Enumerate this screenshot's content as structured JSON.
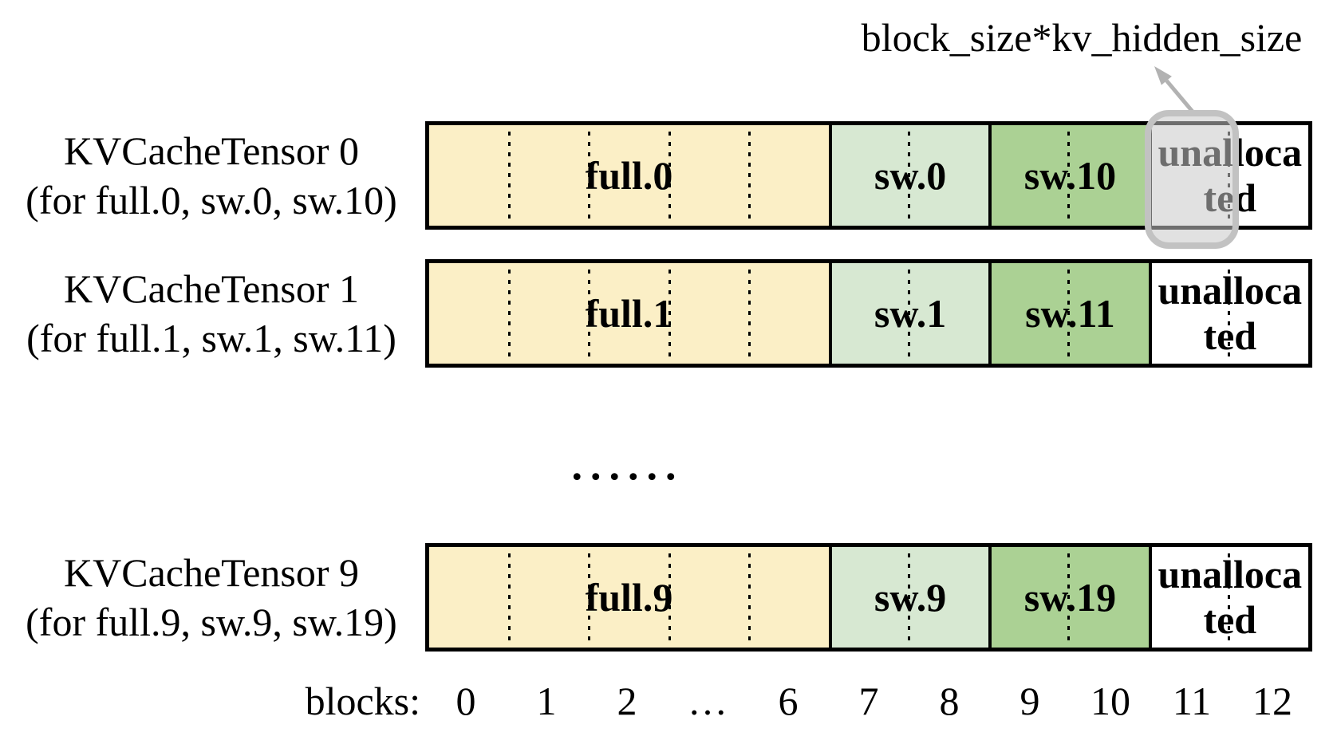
{
  "annotation": {
    "label": "block_size*kv_hidden_size"
  },
  "rows": [
    {
      "title": "KVCacheTensor 0",
      "subtitle": "(for full.0, sw.0, sw.10)",
      "segments": [
        {
          "label": "full.0",
          "type": "full"
        },
        {
          "label": "sw.0",
          "type": "sliding-window-light"
        },
        {
          "label": "sw.10",
          "type": "sliding-window-dark"
        },
        {
          "label": "unallocated",
          "type": "unallocated"
        }
      ],
      "highlighted_block": "11"
    },
    {
      "title": "KVCacheTensor 1",
      "subtitle": "(for full.1, sw.1, sw.11)",
      "segments": [
        {
          "label": "full.1",
          "type": "full"
        },
        {
          "label": "sw.1",
          "type": "sliding-window-light"
        },
        {
          "label": "sw.11",
          "type": "sliding-window-dark"
        },
        {
          "label": "unallocated",
          "type": "unallocated"
        }
      ]
    },
    {
      "title": "KVCacheTensor 9",
      "subtitle": "(for full.9, sw.9, sw.19)",
      "segments": [
        {
          "label": "full.9",
          "type": "full"
        },
        {
          "label": "sw.9",
          "type": "sliding-window-light"
        },
        {
          "label": "sw.19",
          "type": "sliding-window-dark"
        },
        {
          "label": "unallocated",
          "type": "unallocated"
        }
      ]
    }
  ],
  "rows_ellipsis": "......",
  "axis": {
    "label": "blocks:",
    "ticks": [
      "0",
      "1",
      "2",
      "…",
      "6",
      "7",
      "8",
      "9",
      "10",
      "11",
      "12"
    ]
  },
  "colors": {
    "full_block": "#FBEFC6",
    "sw_light": "#D7E8D2",
    "sw_dark": "#ABD194",
    "unallocated": "#FFFFFF",
    "highlight_border": "#C2C2C2",
    "highlight_fill": "rgba(200,200,200,0.55)",
    "arrow": "#B2B2B2",
    "border": "#000000"
  }
}
